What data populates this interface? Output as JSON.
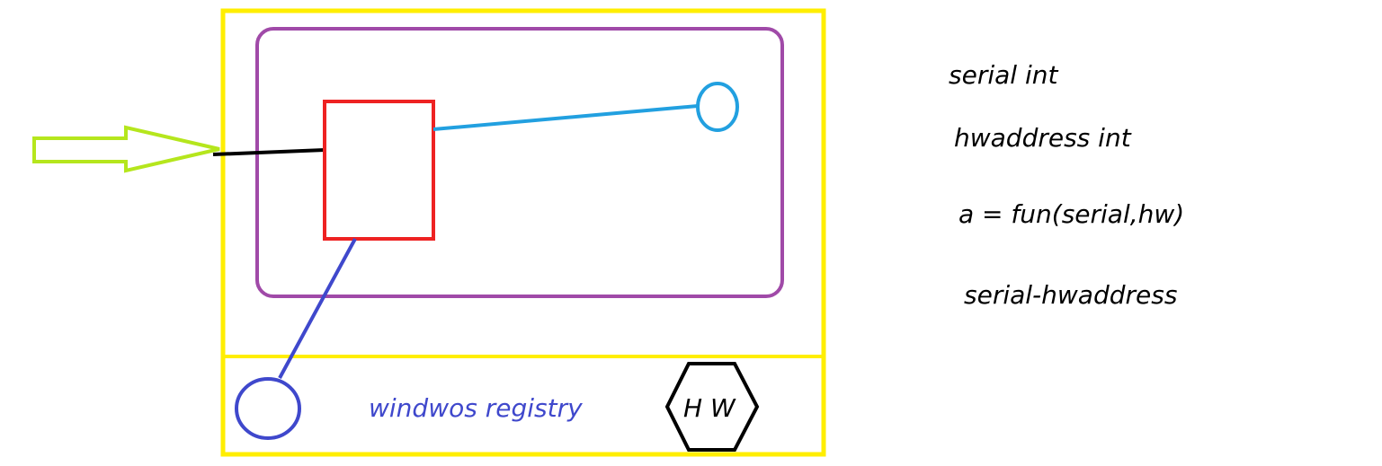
{
  "diagram": {
    "registry_label": "windwos registry",
    "hardware_label": "H W"
  },
  "notes": {
    "line1": "serial int",
    "line2": "hwaddress int",
    "line3": "a = fun(serial,hw)",
    "line4": "serial-hwaddress"
  },
  "colors": {
    "outer_frame": "#ffee00",
    "inner_frame": "#a04aa8",
    "component_box": "#ee2222",
    "input_arrow": "#b5e61d",
    "input_line": "#000000",
    "endpoint_top": "#22a0e0",
    "endpoint_bottom": "#3f48cc",
    "registry_text": "#3f48cc",
    "hw_hexagon": "#000000"
  },
  "icons": {
    "input_arrow": "right-arrow-icon",
    "hardware": "hexagon-icon",
    "endpoint": "circle-icon"
  }
}
